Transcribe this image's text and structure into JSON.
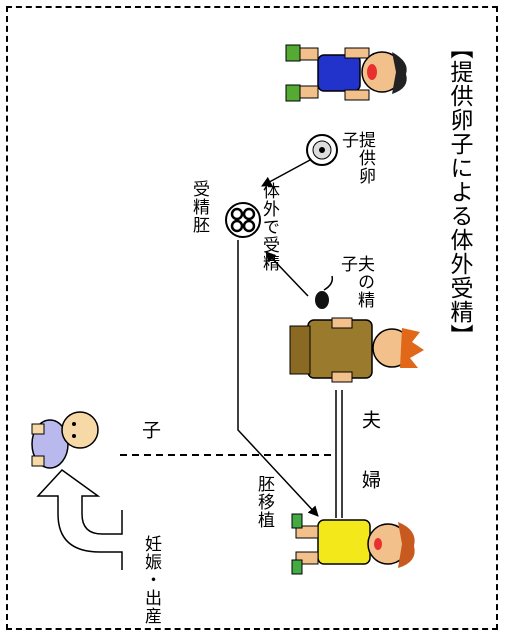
{
  "title": "【提供卵子による体外受精】",
  "labels": {
    "donor_egg": "提供卵子",
    "husband_sperm": "夫の精子",
    "ivf": "体外で受精",
    "embryo": "受精胚",
    "husband": "夫",
    "wife": "婦",
    "child": "子",
    "transfer": "胚移植",
    "pregnancy": "妊娠・出産"
  },
  "colors": {
    "donor_dress": "#2233cc",
    "donor_skin": "#f2c08a",
    "donor_hair": "#222222",
    "husband_clothes": "#9a7b2e",
    "husband_hair": "#e06818",
    "wife_dress": "#f3e81a",
    "wife_hair": "#c85a20",
    "baby_clothes": "#b9b9ee",
    "baby_skin": "#f7d9a8"
  }
}
